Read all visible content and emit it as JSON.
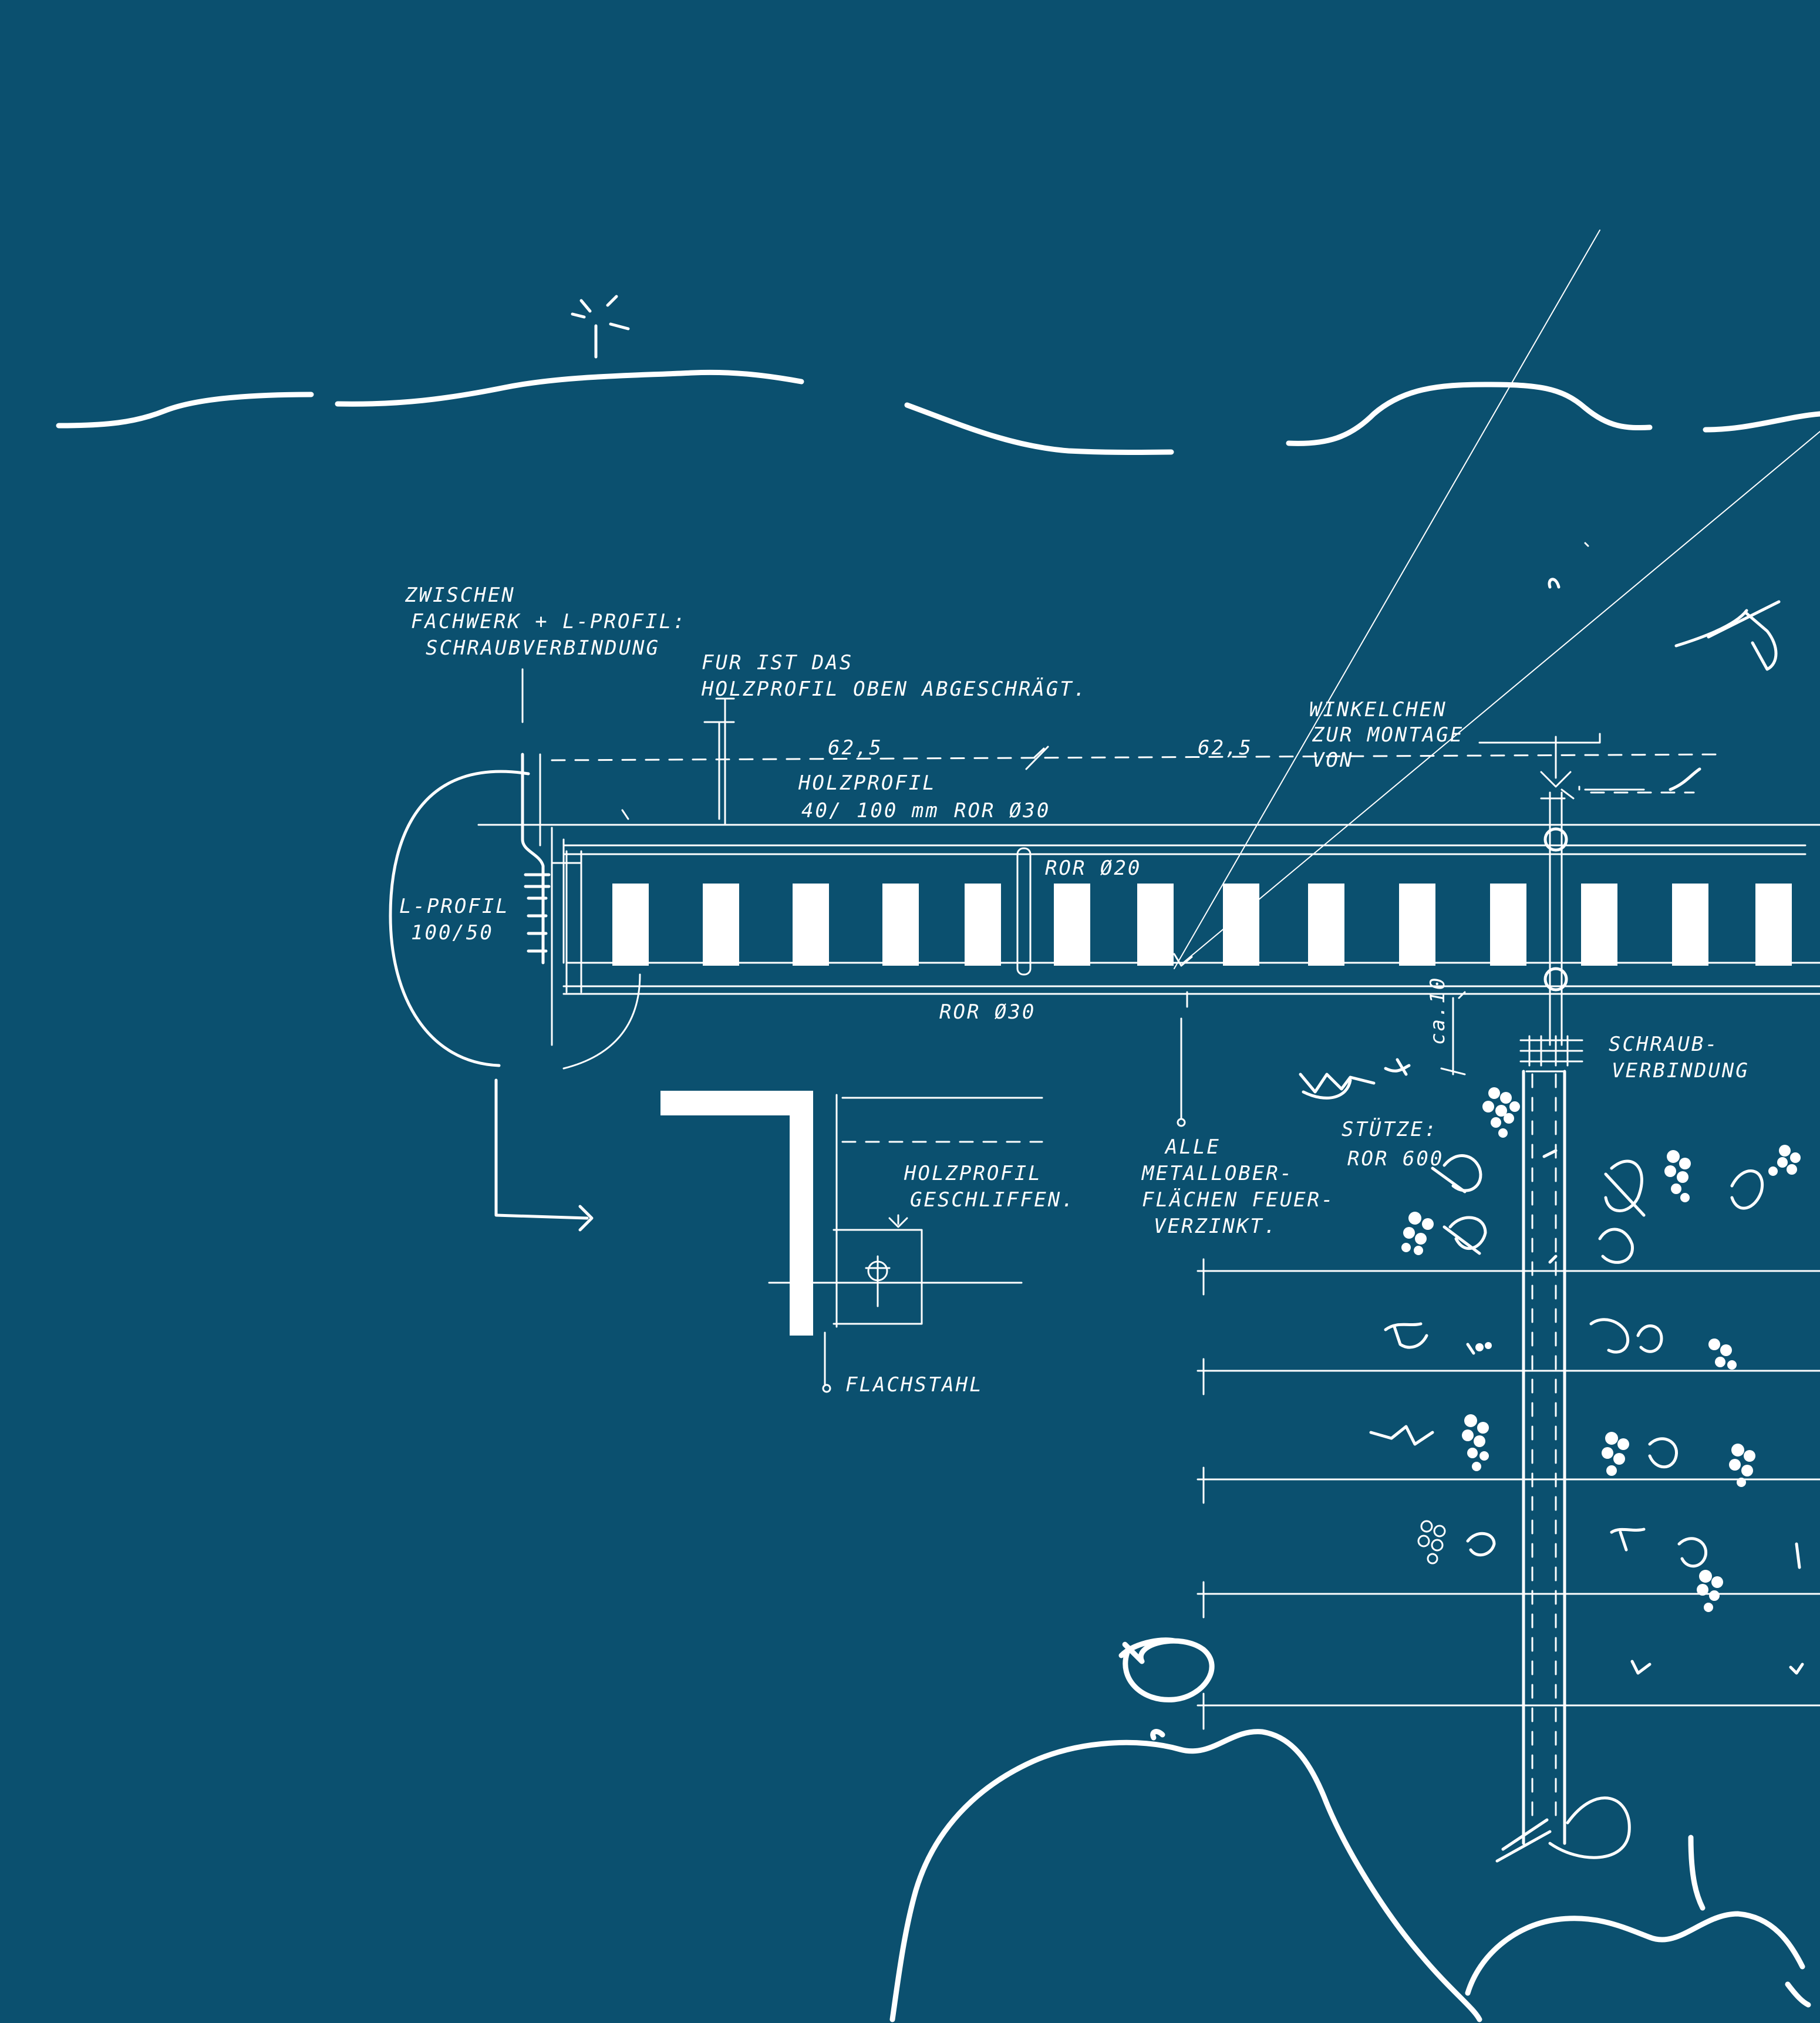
{
  "colors": {
    "background": "#0b506f",
    "ink": "#ffffff"
  },
  "notes": {
    "between_line1": "ZWISCHEN",
    "between_line2": "FACHWERK + L-PROFIL:",
    "between_line3": "SCHRAUBVERBINDUNG",
    "for_line1": "FUR IST DAS",
    "for_line2": "HOLZPROFIL OBEN ABGESCHRÄGT.",
    "angle_line1": "WINKELCHEN",
    "angle_line2": "ZUR MONTAGE",
    "angle_line3": "VON",
    "dim_left": "62,5",
    "dim_right": "62,5",
    "wood_line1": "HOLZPROFIL",
    "wood_line2": "40/ 100 mm",
    "pipe_top": "ROR Ø30",
    "pipe_mid": "ROR Ø20",
    "pipe_bottom": "ROR Ø30",
    "lprofile_line1": "L-PROFIL",
    "lprofile_line2": "100/50",
    "screw_line1": "SCHRAUB-",
    "screw_line2": "VERBINDUNG",
    "vertical_dim": "ca.10",
    "support_line1": "STÜTZE:",
    "support_line2": "ROR 600",
    "metal_line1": "ALLE",
    "metal_line2": "METALLOBER-",
    "metal_line3": "FLÄCHEN FEUER-",
    "metal_line4": "VERZINKT.",
    "wood_sanded_line1": "HOLZPROFIL",
    "wood_sanded_line2": "GESCHLIFFEN.",
    "flat_steel": "FLACHSTAHL"
  }
}
